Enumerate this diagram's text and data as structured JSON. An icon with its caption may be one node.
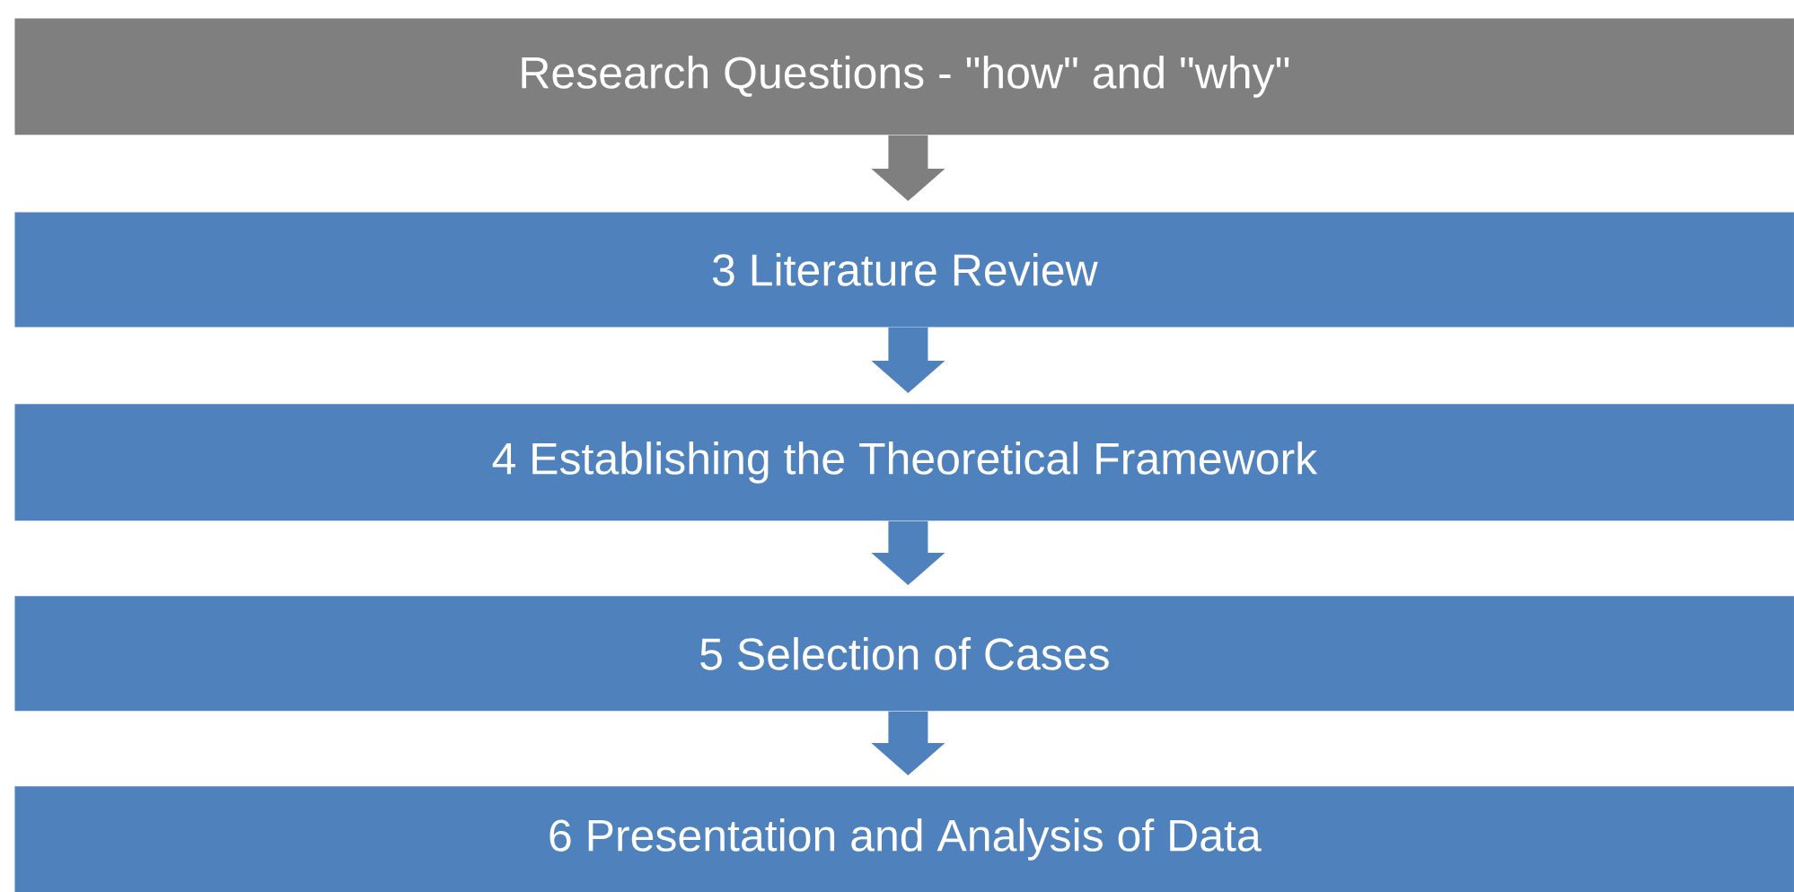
{
  "diagram": {
    "nodes": [
      {
        "text": [
          "Research Questions - \"how\" and \"why\""
        ]
      },
      {
        "text": [
          "3 Literature Review"
        ]
      },
      {
        "text": [
          "4 Establishing the Theoretical Framework"
        ]
      },
      {
        "text": [
          "5 Selection of Cases"
        ]
      },
      {
        "text": [
          "6 Presentation and Analysis of Data"
        ]
      }
    ],
    "edges": [
      {
        "from": 0,
        "to": 1,
        "arrow": "to",
        "color": "#7f7f7f"
      },
      {
        "from": 1,
        "to": 2,
        "arrow": "to"
      },
      {
        "from": 2,
        "to": 3,
        "arrow": "to"
      },
      {
        "from": 3,
        "to": 4,
        "arrow": "to"
      }
    ]
  }
}
